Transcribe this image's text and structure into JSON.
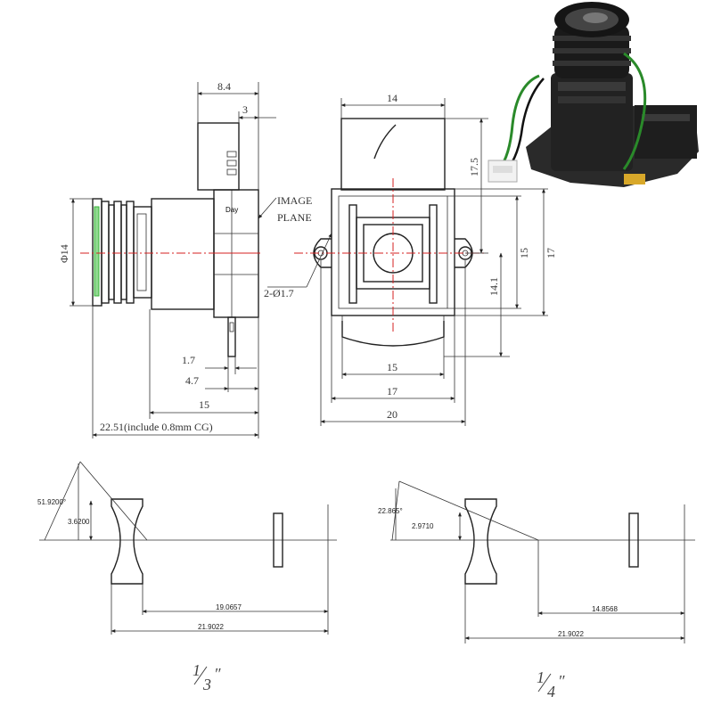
{
  "side_view": {
    "dims": {
      "top_total": "8.4",
      "top_small": "3",
      "diameter": "Φ14",
      "d1": "1.7",
      "d2": "4.7",
      "d3": "15",
      "d4": "22.51(include 0.8mm CG)"
    },
    "image_plane_1": "IMAGE",
    "image_plane_2": "PLANE",
    "sticker": "Day"
  },
  "front_view": {
    "dims": {
      "top": "14",
      "right_top": "17.5",
      "right_mid": "15",
      "right_outer": "17",
      "right_low": "14.1",
      "holes": "2-Ø1.7",
      "bot1": "15",
      "bot2": "17",
      "bot3": "20"
    }
  },
  "optics_left": {
    "angle": "51.9200°",
    "height": "3.6200",
    "len_short": "19.0657",
    "len_long": "21.9022",
    "format_num": "1",
    "format_den": "3",
    "format_unit": "″"
  },
  "optics_right": {
    "angle": "22.865°",
    "height": "2.9710",
    "len_short": "14.8568",
    "len_long": "21.9022",
    "format_num": "1",
    "format_den": "4",
    "format_unit": "″"
  },
  "colors": {
    "axis": "#d42020",
    "lens_green": "#3ab43a",
    "lens_tint": "#8fd88f"
  },
  "photo": {
    "icon": "camera-lens-mount-photo-icon"
  }
}
